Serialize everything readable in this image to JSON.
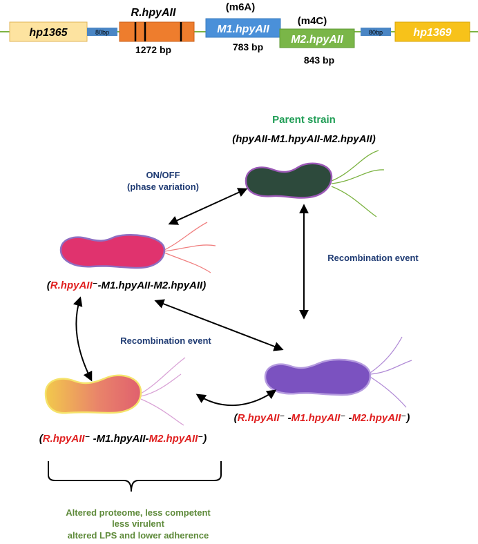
{
  "gene_map": {
    "genes": {
      "hp1365": "hp1365",
      "r_hpyaii": "R.hpyAII",
      "m1_hpyaii": "M1.hpyAII",
      "m2_hpyaii": "M2.hpyAII",
      "hp1369": "hp1369"
    },
    "spacers": {
      "left": "80bp",
      "right": "80bp"
    },
    "sizes": {
      "r_hpyaii": "1272 bp",
      "m1_hpyaii": "783 bp",
      "m2_hpyaii": "843 bp"
    },
    "modifications": {
      "m1_hpyaii": "(m6A)",
      "m2_hpyaii": "(m4C)"
    }
  },
  "parent": {
    "title": "Parent strain",
    "genotype": "(hpyAII-M1.hpyAII-M2.hpyAII)"
  },
  "labels": {
    "onoff_line1": "ON/OFF",
    "onoff_line2": "(phase variation)",
    "recomb_right": "Recombination event",
    "recomb_center": "Recombination event"
  },
  "strain_pink": {
    "p1": "(",
    "p2": "R.hpyAII",
    "p3": "⁻",
    "p4": "-M1.hpyAII-M2.hpyAII)"
  },
  "strain_purple": {
    "p1": "(",
    "p2": "R.hpyAII",
    "p3": "⁻",
    "p4": " -",
    "p5": "M1.hpyAII",
    "p6": "⁻",
    "p7": " -",
    "p8": "M2.hpyAII",
    "p9": "⁻",
    "p10": ")"
  },
  "strain_orange": {
    "p1": "(",
    "p2": "R.hpyAII",
    "p3": "⁻",
    "p4": " -M1.hpyAII-",
    "p5": "M2.hpyAII",
    "p6": "⁻",
    "p7": ")"
  },
  "outcome": {
    "line1": "Altered proteome, less competent",
    "line2": "less virulent",
    "line3": "altered LPS and lower adherence"
  },
  "colors": {
    "parent_green": "#1f9d55",
    "navy": "#1f3b73",
    "red": "#e02020",
    "outcome_green": "#5e8a3a"
  }
}
